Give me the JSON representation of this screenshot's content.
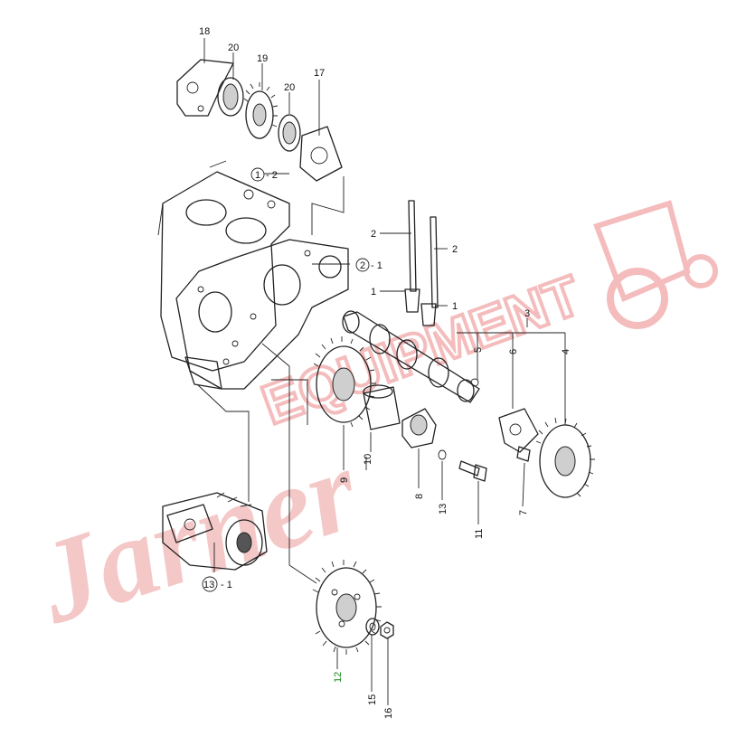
{
  "watermark": {
    "script_text": "Jarner",
    "block_text": "EQUIPMENT",
    "color": "#f2b6b6"
  },
  "callouts": {
    "c18": "18",
    "c20a": "20",
    "c19": "19",
    "c20b": "20",
    "c17": "17",
    "c1_2": "1",
    "c1_2_suffix": "- 2",
    "c2_1": "2",
    "c2_1_suffix": "- 1",
    "c2a": "2",
    "c2b": "2",
    "c1a": "1",
    "c1b": "1",
    "c3": "3",
    "c5": "5",
    "c6": "6",
    "c4": "4",
    "c9": "9",
    "c10": "10",
    "c8": "8",
    "c13": "13",
    "c11": "11",
    "c7": "7",
    "c13_1": "13",
    "c13_1_suffix": "- 1",
    "c12": "12",
    "c15": "15",
    "c16": "16"
  },
  "colors": {
    "line": "#222222",
    "highlight_label": "#1a8a1a"
  }
}
